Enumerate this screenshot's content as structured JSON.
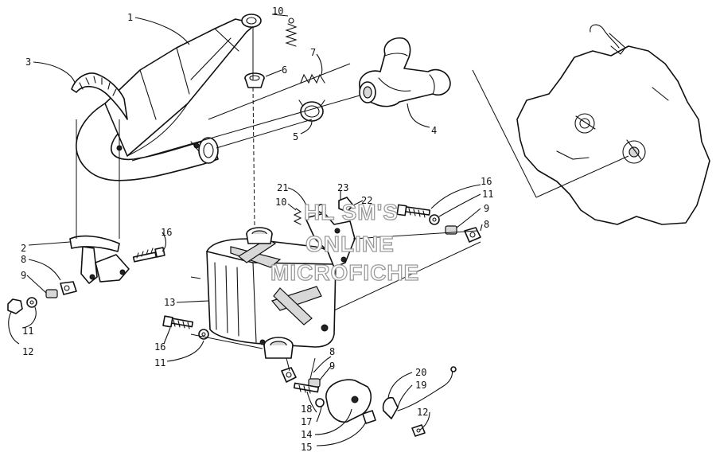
{
  "watermark": {
    "line1": "HL SM'S",
    "line2": "ONLINE",
    "line3": "MICROFICHE"
  },
  "callouts": {
    "c1": "1",
    "c2": "2",
    "c3": "3",
    "c4": "4",
    "c5": "5",
    "c6": "6",
    "c7": "7",
    "c8a": "8",
    "c8b": "8",
    "c8c": "8",
    "c9a": "9",
    "c9b": "9",
    "c9c": "9",
    "c10a": "10",
    "c10b": "10",
    "c11a": "11",
    "c11b": "11",
    "c11c": "11",
    "c12a": "12",
    "c12b": "12",
    "c13": "13",
    "c14": "14",
    "c15": "15",
    "c16a": "16",
    "c16b": "16",
    "c16c": "16",
    "c17": "17",
    "c18": "18",
    "c19": "19",
    "c20": "20",
    "c21": "21",
    "c22": "22",
    "c23": "23"
  }
}
